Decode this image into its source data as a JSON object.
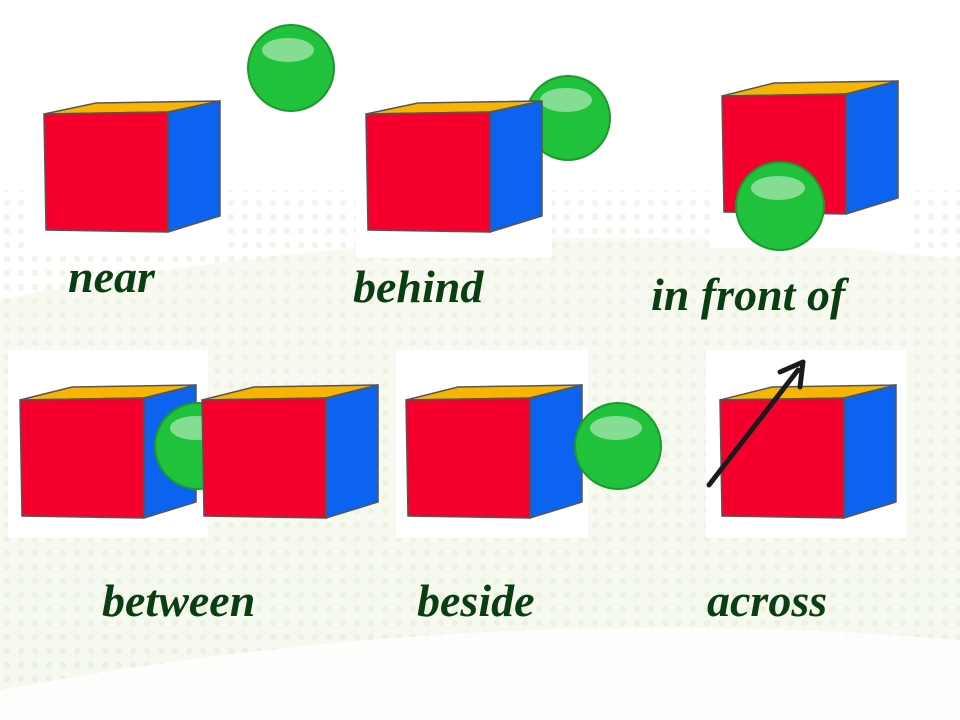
{
  "colors": {
    "cube_front": "#f5002c",
    "cube_side": "#0c63f0",
    "cube_top": "#f7b500",
    "ball": "#1fc23a",
    "label": "#0b3d12",
    "arrow": "#1a1a1a",
    "background_tint": "#f3f7ea"
  },
  "icons": [
    "cube-icon",
    "green-ball-icon",
    "arrow-icon"
  ],
  "labels": {
    "near": "near",
    "behind": "behind",
    "in_front_of": "in front of",
    "between": "between",
    "beside": "beside",
    "across": "across"
  }
}
